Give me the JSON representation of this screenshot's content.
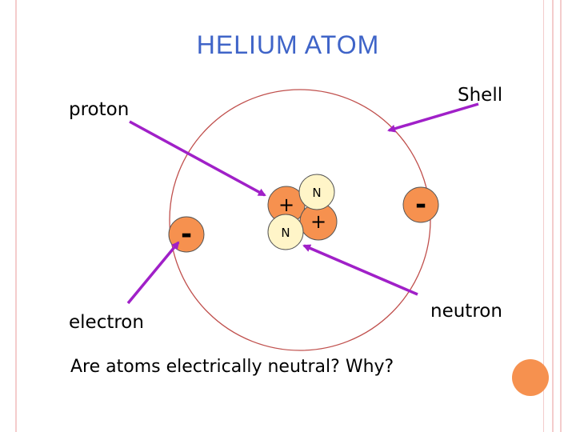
{
  "title": "HELIUM ATOM",
  "labels": {
    "proton": "proton",
    "shell": "Shell",
    "electron": "electron",
    "neutron": "neutron"
  },
  "particles": {
    "proton_symbol": "+",
    "neutron_symbol": "N",
    "electron_symbol": "-"
  },
  "question": "Are atoms electrically neutral? Why?",
  "colors": {
    "title": "#3f64c8",
    "proton": "#f6914f",
    "electron": "#f6914f",
    "neutron": "#fff5c8",
    "shell": "#c0504d",
    "arrow": "#a020c8",
    "accent": "#f6914f",
    "frame": "#f4cccc"
  }
}
